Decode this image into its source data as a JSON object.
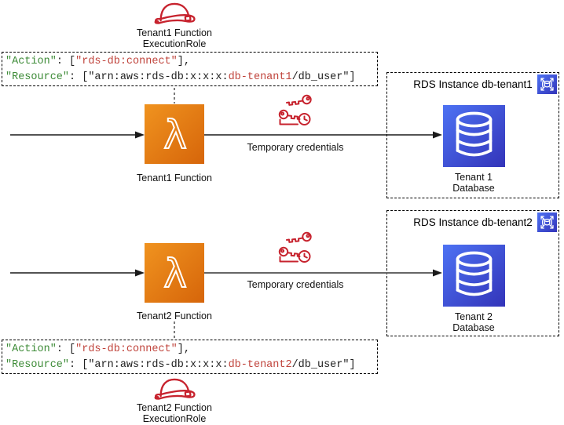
{
  "colors": {
    "lambda_from": "#F0931F",
    "lambda_to": "#D6650A",
    "db_from": "#4D72F3",
    "db_to": "#3334B9",
    "iam_red": "#C7232E",
    "code_green": "#3D8B37",
    "code_red": "#C0443C"
  },
  "row1": {
    "role_label_line1": "Tenant1 Function",
    "role_label_line2": "ExecutionRole",
    "policy": {
      "line1": [
        {
          "text": "\"Action\"",
          "color": "green"
        },
        {
          "text": ": [",
          "color": "default"
        },
        {
          "text": "\"rds-db:connect\"",
          "color": "red"
        },
        {
          "text": "],",
          "color": "default"
        }
      ],
      "line2": [
        {
          "text": "\"Resource\"",
          "color": "green"
        },
        {
          "text": ": [\"arn:aws:rds-db:x:x:x:",
          "color": "default"
        },
        {
          "text": "db-tenant1",
          "color": "red"
        },
        {
          "text": "/db_user\"]",
          "color": "default"
        }
      ]
    },
    "lambda_label": "Tenant1 Function",
    "credentials_label": "Temporary credentials",
    "rds_title": "RDS Instance db-tenant1",
    "db_label_line1": "Tenant 1",
    "db_label_line2": "Database"
  },
  "row2": {
    "role_label_line1": "Tenant2 Function",
    "role_label_line2": "ExecutionRole",
    "policy": {
      "line1": [
        {
          "text": "\"Action\"",
          "color": "green"
        },
        {
          "text": ": [",
          "color": "default"
        },
        {
          "text": "\"rds-db:connect\"",
          "color": "red"
        },
        {
          "text": "],",
          "color": "default"
        }
      ],
      "line2": [
        {
          "text": "\"Resource\"",
          "color": "green"
        },
        {
          "text": ": [\"arn:aws:rds-db:x:x:x:",
          "color": "default"
        },
        {
          "text": "db-tenant2",
          "color": "red"
        },
        {
          "text": "/db_user\"]",
          "color": "default"
        }
      ]
    },
    "lambda_label": "Tenant2 Function",
    "credentials_label": "Temporary credentials",
    "rds_title": "RDS Instance db-tenant2",
    "db_label_line1": "Tenant 2",
    "db_label_line2": "Database"
  }
}
